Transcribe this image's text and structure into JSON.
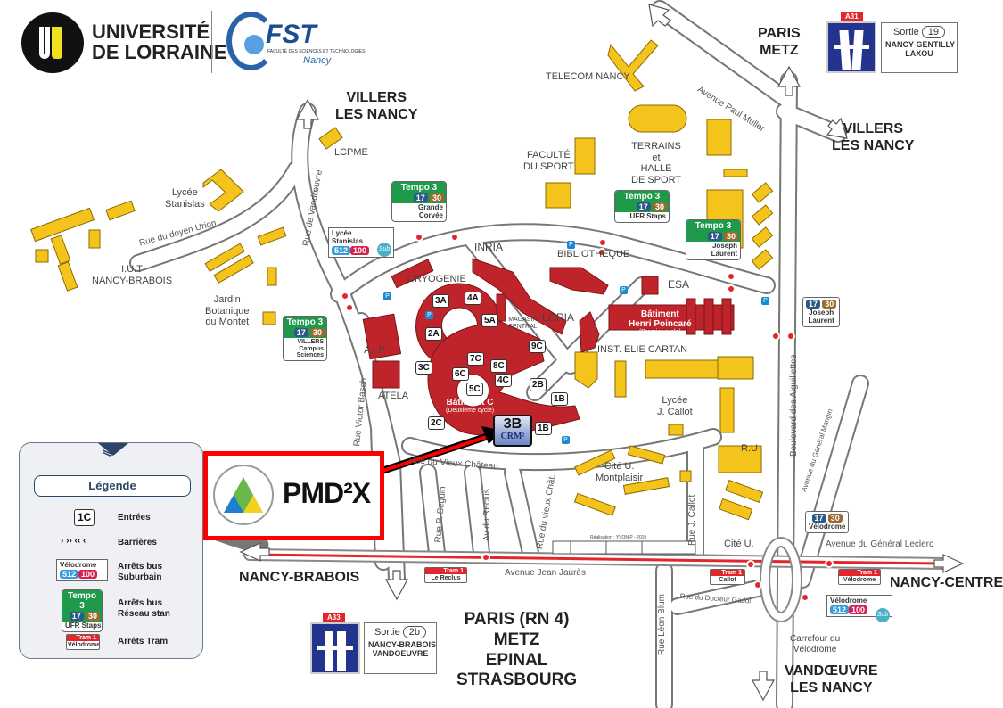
{
  "header": {
    "university_line1": "UNIVERSITÉ",
    "university_line2": "DE LORRAINE",
    "fst_title": "FST",
    "fst_subtitle": "FACULTÉ DES SCIENCES ET TECHNOLOGIES",
    "fst_city": "Nancy"
  },
  "directions": {
    "paris_metz": "PARIS\nMETZ",
    "villers_top": "VILLERS\nLES NANCY",
    "villers_right": "VILLERS\nLES NANCY",
    "nancy_brabois": "NANCY-BRABOIS",
    "nancy_centre": "NANCY-CENTRE",
    "south": "PARIS (RN 4)\nMETZ\nEPINAL\nSTRASBOURG",
    "vandoeuvre": "VANDŒUVRE\nLES NANCY"
  },
  "motorways": [
    {
      "road": "A31",
      "sortie_label": "Sortie",
      "sortie_num": "19",
      "dest": "NANCY-GENTILLY\nLAXOU"
    },
    {
      "road": "A33",
      "sortie_label": "Sortie",
      "sortie_num": "2b",
      "dest": "NANCY-BRABOIS\nVANDOEUVRE"
    }
  ],
  "places": {
    "lcpme": "LCPME",
    "telecom": "TELECOM NANCY",
    "faculte_sport": "FACULTÉ\nDU SPORT",
    "terrains": "TERRAINS\net\nHALLE\nDE SPORT",
    "lycee_stanislas": "Lycée\nStanislas",
    "iut": "I.U.T\nNANCY-BRABOIS",
    "jardin": "Jardin\nBotanique\ndu Montet",
    "inria": "INRIA",
    "bibliotheque": "BIBLIOTHEQUE",
    "cryogenie": "CRYOGENIE",
    "loria": "LORIA",
    "magasin": "MAGASIN\nCENTRAL",
    "esa": "ESA",
    "aip": "A.I.P",
    "atela": "ATELA",
    "elie_cartan": "INST. ELIE CARTAN",
    "lycee_callot": "Lycée\nJ. Callot",
    "ru": "R.U",
    "cite_montplaisir": "Cité U.\nMontplaisir",
    "cite_u": "Cité U.",
    "carrefour": "Carrefour du\nVélodrome",
    "batiment_c": "Bâtiment C",
    "batiment_c_sub": "(Deuxième cycle)",
    "poincare": "Bâtiment\nHenri Poincaré",
    "poincare_sub": "(Premier cycle)"
  },
  "streets": {
    "vandoeuvre": "Rue de Vandœuvre",
    "urion": "Rue du doyen Urion",
    "basch": "Rue Victor Basch",
    "vieux_chateau": "Rue du Vieux Château",
    "seguin": "Rue P. Seguin",
    "reclus": "Av du Reclus",
    "vieux_chat": "Rue du vieux Chât.",
    "jaures": "Avenue Jean Jaurès",
    "callot": "Rue J. Callot",
    "blum": "Rue Léon Blum",
    "gadol": "Rue du Docteur Gadol",
    "leclerc": "Avenue du Général Leclerc",
    "aiguillettes": "Boulevard des Aiguillettes",
    "mangin": "Avenue du Général Mangin",
    "muller": "Avenue Paul Muller"
  },
  "entrances": [
    "3A",
    "4A",
    "5A",
    "2A",
    "9C",
    "7C",
    "8C",
    "3C",
    "6C",
    "4C",
    "2B",
    "5C",
    "1B",
    "2C",
    "1B"
  ],
  "crm": {
    "code": "3B",
    "label": "CRM²"
  },
  "tempo_stops": [
    {
      "title": "Tempo 3",
      "l1": "17",
      "l2": "30",
      "name": "Grande\nCorvée"
    },
    {
      "title": "Tempo 3",
      "l1": "17",
      "l2": "30",
      "name": "UFR Staps"
    },
    {
      "title": "Tempo 3",
      "l1": "17",
      "l2": "30",
      "name": "Joseph\nLaurent"
    },
    {
      "title": "Tempo 3",
      "l1": "17",
      "l2": "30",
      "name": "VILLERS\nCampus\nSciences"
    }
  ],
  "small_stops": [
    {
      "l1": "17",
      "l2": "30",
      "name": "Joseph\nLaurent"
    },
    {
      "l1": "17",
      "l2": "30",
      "name": "Vélodrome"
    }
  ],
  "sub_stops": [
    {
      "name": "Lycée\nStanislas",
      "l1": "512",
      "l2": "100",
      "brand": "Sub"
    },
    {
      "name": "Vélodrome",
      "l1": "512",
      "l2": "100",
      "brand": "Sub"
    }
  ],
  "tram_stops": [
    {
      "line": "Tram 1",
      "name": "Le Reclus"
    },
    {
      "line": "Tram 1",
      "name": "Callot"
    },
    {
      "line": "Tram 1",
      "name": "Vélodrome"
    }
  ],
  "credit": "Réalisation : YVON P - 2019",
  "legend": {
    "title": "Légende",
    "entree_code": "1C",
    "entrees": "Entrées",
    "barrieres": "Barrières",
    "barrier_glyph": "› ›› ‹‹ ‹",
    "suburbain": "Arrêts bus\nSuburbain",
    "stan": "Arrêts bus\nRéseau stan",
    "tram": "Arrêts Tram",
    "ex_sub_name": "Vélodrome",
    "ex_sub_l1": "512",
    "ex_sub_l2": "100",
    "ex_tempo": "Tempo 3",
    "ex_l1": "17",
    "ex_l2": "30",
    "ex_tempo_name": "UFR Staps",
    "ex_tram_line": "Tram 1",
    "ex_tram_name": "Vélodrome"
  },
  "pmd2x": {
    "name": "PMD²X"
  },
  "parking": "P",
  "colors": {
    "red_building": "#c0242b",
    "yellow_building": "#f5c41c",
    "tram": "#e3262b",
    "motorway": "#23348f",
    "tempo": "#1e9a4a"
  }
}
